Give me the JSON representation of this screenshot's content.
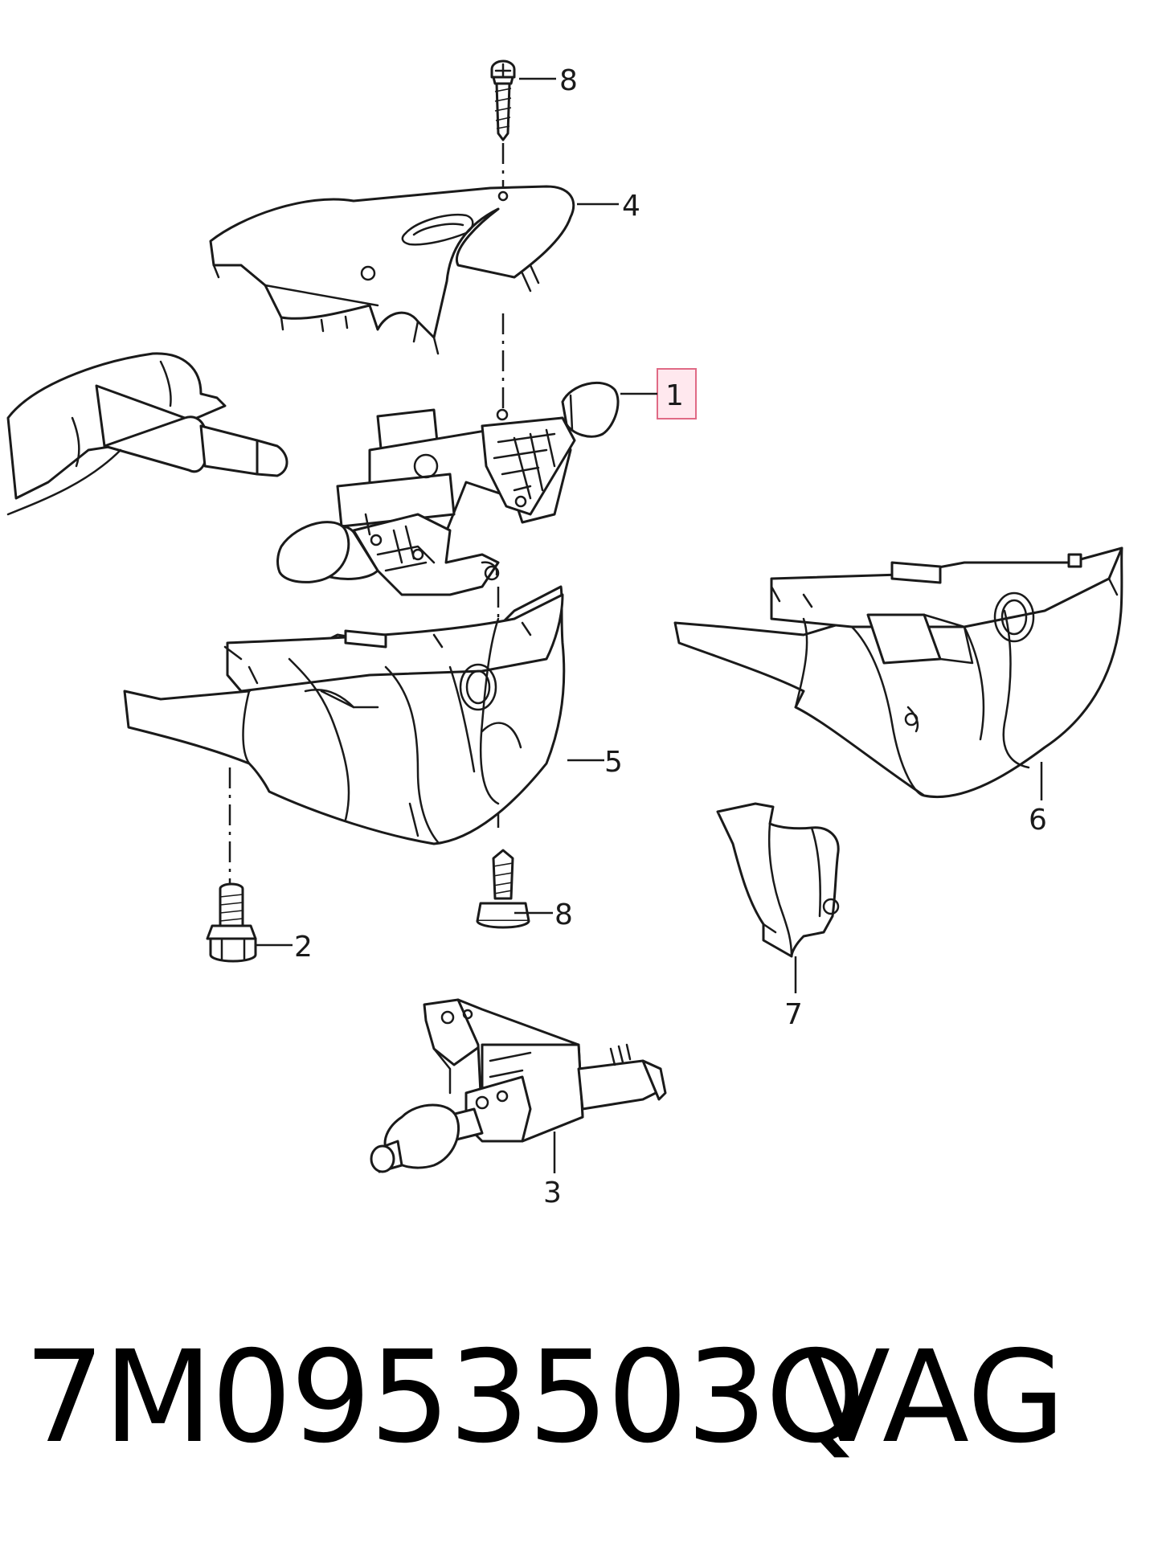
{
  "callouts": {
    "c1": "1",
    "c2": "2",
    "c3": "3",
    "c4": "4",
    "c5": "5",
    "c6": "6",
    "c7": "7",
    "c8_top": "8",
    "c8_bottom": "8"
  },
  "footer": {
    "part_number": "7M0953503Q",
    "brand": "VAG"
  },
  "colors": {
    "line": "#1a1a1a",
    "highlight_fill": "#ffe8ee",
    "highlight_border": "#e06a85"
  }
}
